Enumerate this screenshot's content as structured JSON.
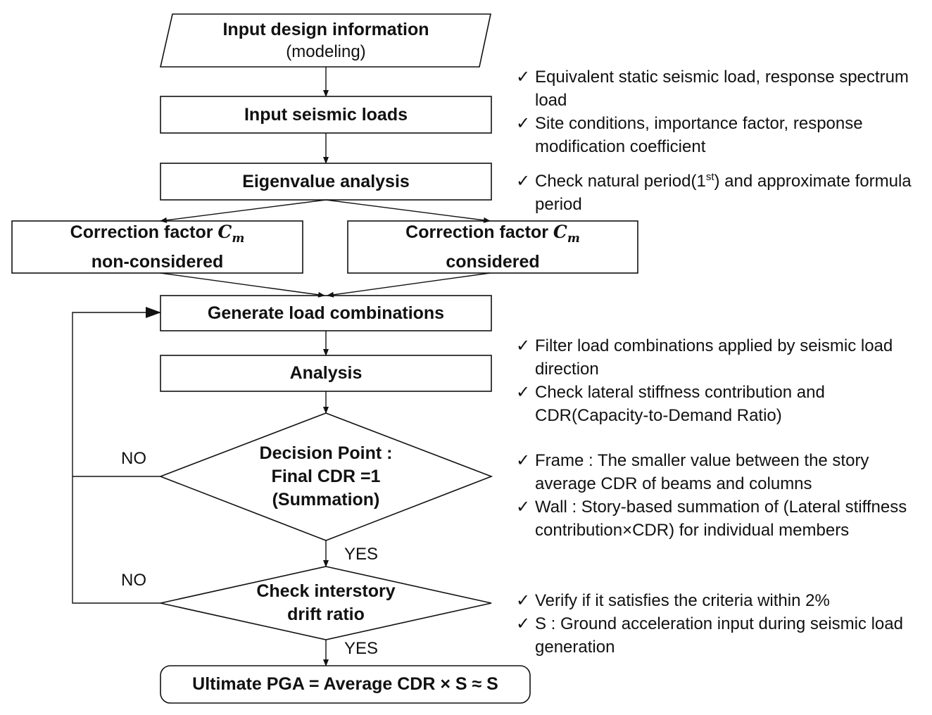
{
  "nodes": {
    "input_design": {
      "title": "Input design information",
      "subtitle": "(modeling)"
    },
    "input_seismic": {
      "title": "Input seismic loads"
    },
    "eigen": {
      "title": "Eigenvalue analysis"
    },
    "cm_non": {
      "prefix": "Correction factor",
      "symbol": "C",
      "symbol_sub": "m",
      "line2": "non-considered"
    },
    "cm_yes": {
      "prefix": "Correction factor",
      "symbol": "C",
      "symbol_sub": "m",
      "line2": "considered"
    },
    "gen_load": {
      "title": "Generate load combinations"
    },
    "analysis": {
      "title": "Analysis"
    },
    "decision": {
      "line1": "Decision Point :",
      "line2": "Final CDR =1",
      "line3": "(Summation)"
    },
    "drift": {
      "line1": "Check interstory",
      "line2": "drift ratio"
    },
    "ultimate": {
      "title": "Ultimate PGA = Average CDR × S ≈ S"
    }
  },
  "labels": {
    "no1": "NO",
    "no2": "NO",
    "yes1": "YES",
    "yes2": "YES"
  },
  "notes": {
    "tick": "✓",
    "group1": [
      "Equivalent static seismic load, response spectrum load",
      "Site conditions, importance factor, response modification coefficient"
    ],
    "group2_pre": "Check natural period(1",
    "group2_sup": "st",
    "group2_post": ") and approximate formula period",
    "group3": [
      "Filter load combinations applied by seismic load direction",
      "Check lateral stiffness contribution and CDR(Capacity-to-Demand Ratio)"
    ],
    "group4": [
      "Frame : The smaller value between the story average CDR of beams and columns",
      "Wall : Story-based summation of (Lateral stiffness contribution×CDR) for individual members"
    ],
    "group5": [
      "Verify if it satisfies the criteria within 2%",
      "S : Ground acceleration input during seismic load generation"
    ]
  }
}
